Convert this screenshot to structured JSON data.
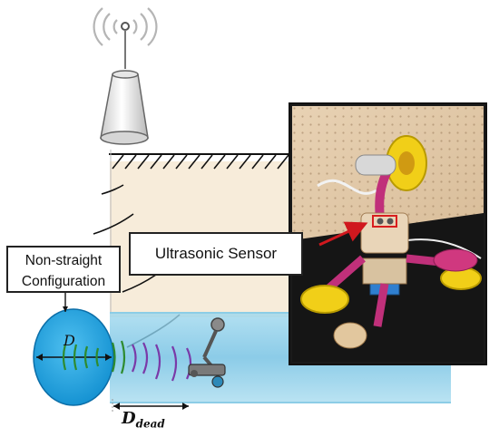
{
  "labels": {
    "ultrasonic_sensor": "Ultrasonic Sensor",
    "config_line1": "Non-straight",
    "config_line2": "Configuration",
    "diameter": "D",
    "dead_zone_symbol": "D",
    "dead_zone_subscript": "dead"
  },
  "colors": {
    "pipe": "#6fbfe2",
    "cross_section": "#118fd0",
    "soil": "#f7ecda",
    "pointer_arrow": "#d0181e",
    "sonar_green": "#2e8b2e",
    "sonar_purple": "#7a3aa8"
  },
  "icons": [
    "signal-waves-icon",
    "base-station-icon",
    "robot-icon"
  ]
}
